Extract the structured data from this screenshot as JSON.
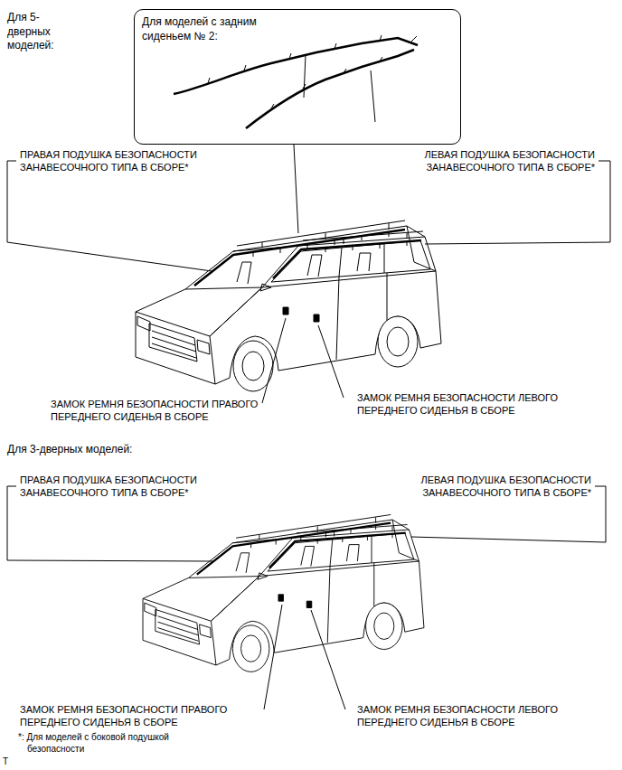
{
  "diagram": {
    "nodes": [
      {
        "text": [
          "Для моделей с задним сиденьем № 2:"
        ]
      }
    ],
    "labels": [
      "Для 5-дверных моделей:",
      "ПРАВАЯ ПОДУШКА БЕЗОПАСНОСТИ ЗАНАВЕСОЧНОГО ТИПА В СБОРЕ*",
      "ЛЕВАЯ ПОДУШКА БЕЗОПАСНОСТИ ЗАНАВЕСОЧНОГО ТИПА В СБОРЕ*",
      "ЗАМОК РЕМНЯ БЕЗОПАСНОСТИ ПРАВОГО ПЕРЕДНЕГО СИДЕНЬЯ В СБОРЕ",
      "ЗАМОК РЕМНЯ БЕЗОПАСНОСТИ ЛЕВОГО ПЕРЕДНЕГО СИДЕНЬЯ В СБОРЕ",
      "Для 3-дверных моделей:",
      "ПРАВАЯ ПОДУШКА БЕЗОПАСНОСТИ ЗАНАВЕСОЧНОГО ТИПА В СБОРЕ*",
      "ЛЕВАЯ ПОДУШКА БЕЗОПАСНОСТИ ЗАНАВЕСОЧНОГО ТИПА В СБОРЕ*",
      "ЗАМОК РЕМНЯ БЕЗОПАСНОСТИ ПРАВОГО ПЕРЕДНЕГО СИДЕНЬЯ В СБОРЕ",
      "ЗАМОК РЕМНЯ БЕЗОПАСНОСТИ ЛЕВОГО ПЕРЕДНЕГО СИДЕНЬЯ В СБОРЕ",
      "*: Для моделей с боковой подушкой безопасности",
      "T"
    ]
  }
}
